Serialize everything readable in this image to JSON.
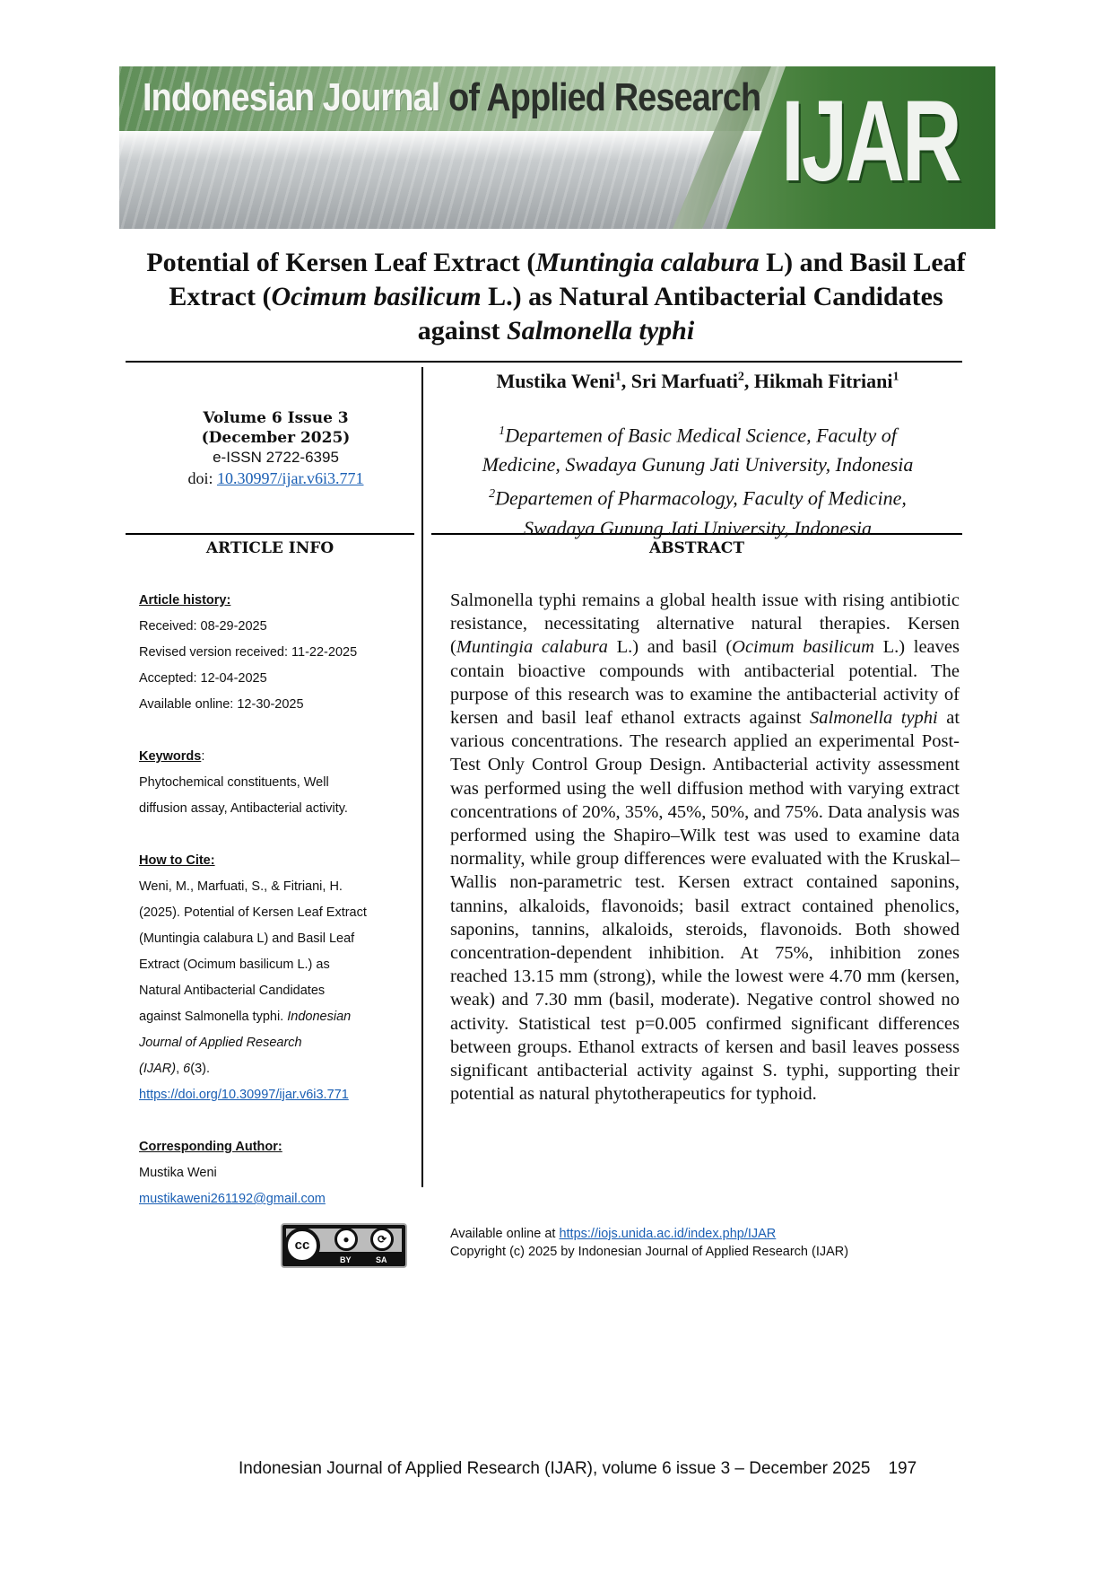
{
  "banner": {
    "journal_word1": "Indonesian Journal",
    "journal_word2": "of Applied Research",
    "logo": "IJAR"
  },
  "title": {
    "part1": "Potential of Kersen Leaf Extract (",
    "species1": "Muntingia calabura",
    "part2": " L) and Basil Leaf Extract (",
    "species2": "Ocimum basilicum",
    "part3": " L.) as Natural Antibacterial Candidates against ",
    "species3": "Salmonella typhi"
  },
  "authors": {
    "a1": "Mustika Weni",
    "a1_sup": "1",
    "a2": "Sri Marfuati",
    "a2_sup": "2",
    "a3": "Hikmah Fitriani",
    "a3_sup": "1"
  },
  "affiliations": {
    "sup1": "1",
    "line1": "Departemen of Basic Medical Science, Faculty of",
    "line2": "Medicine, Swadaya Gunung Jati University, Indonesia",
    "sup2": "2",
    "line3": "Departemen of Pharmacology, Faculty of Medicine,",
    "line4": "Swadaya Gunung Jati University, Indonesia"
  },
  "volume": {
    "issue": "Volume 6 Issue 3",
    "date": "(December 2025)",
    "issn": "e-ISSN 2722-6395",
    "doi_label": "doi: ",
    "doi": "10.30997/ijar.v6i3.771"
  },
  "headings": {
    "article_info": "ARTICLE INFO",
    "abstract": "ABSTRACT"
  },
  "article_info": {
    "history_label": "Article history:",
    "received": "Received: 08-29-2025",
    "revised": "Revised version received: 11-22-2025",
    "accepted": "Accepted: 12-04-2025",
    "online": "Available online: 12-30-2025",
    "keywords_label": "Keywords",
    "keywords_colon": ":",
    "kw1": "Phytochemical constituents, Well",
    "kw2": "diffusion assay, Antibacterial activity.",
    "cite_label": "How to Cite:",
    "c1": "Weni, M., Marfuati, S., & Fitriani, H.",
    "c2": "(2025). Potential of Kersen Leaf Extract",
    "c3": "(Muntingia calabura L) and Basil Leaf",
    "c4": "Extract (Ocimum basilicum L.) as",
    "c5": "Natural Antibacterial Candidates",
    "c6a": "against Salmonella typhi. ",
    "c6b": "Indonesian",
    "c7": "Journal of Applied Research",
    "c8a": "(IJAR)",
    "c8b": ", ",
    "c8c": "6",
    "c8d": "(3).",
    "cite_url": "https://doi.org/10.30997/ijar.v6i3.771",
    "corr_label": "Corresponding Author:",
    "corr_name": "Mustika Weni",
    "corr_email": "mustikaweni261192@gmail.com"
  },
  "abstract": {
    "t1": "Salmonella typhi remains a global health issue with rising antibiotic resistance, necessitating alternative natural therapies. Kersen (",
    "i1": "Muntingia calabura",
    "t2": " L.) and basil (",
    "i2": "Ocimum basilicum",
    "t3": " L.) leaves contain bioactive compounds with antibacterial potential. The purpose of this research was to examine the antibacterial activity of kersen and basil leaf ethanol extracts against ",
    "i3": "Salmonella typhi",
    "t4": " at various concentrations. The research applied an experimental Post-Test Only Control Group Design. Antibacterial activity assessment was performed using the well diffusion method with varying extract concentrations of 20%, 35%, 45%, 50%, and 75%. Data analysis was performed using the Shapiro–Wilk test was used to examine data normality, while group differences were evaluated with the Kruskal–Wallis non-parametric test. Kersen extract contained saponins, tannins, alkaloids, flavonoids; basil extract contained phenolics, saponins, tannins, alkaloids, steroids, flavonoids. Both showed concentration-dependent inhibition. At 75%, inhibition zones reached 13.15 mm (strong), while the lowest were 4.70 mm (kersen, weak) and 7.30 mm (basil, moderate). Negative control showed no activity. Statistical test p=0.005 confirmed significant differences between groups. Ethanol extracts of kersen and basil leaves possess significant antibacterial activity against S. typhi, supporting their potential as natural phytotherapeutics for typhoid."
  },
  "availability": {
    "label": "Available online at ",
    "url": "https://iojs.unida.ac.id/index.php/IJAR",
    "copyright": "Copyright (c) 2025 by Indonesian Journal of Applied Research (IJAR)"
  },
  "license": {
    "cc": "cc",
    "by": "BY",
    "sa": "SA"
  },
  "footer": {
    "text": "Indonesian Journal of Applied Research (IJAR), volume 6 issue 3 – December 2025",
    "page": "197"
  }
}
